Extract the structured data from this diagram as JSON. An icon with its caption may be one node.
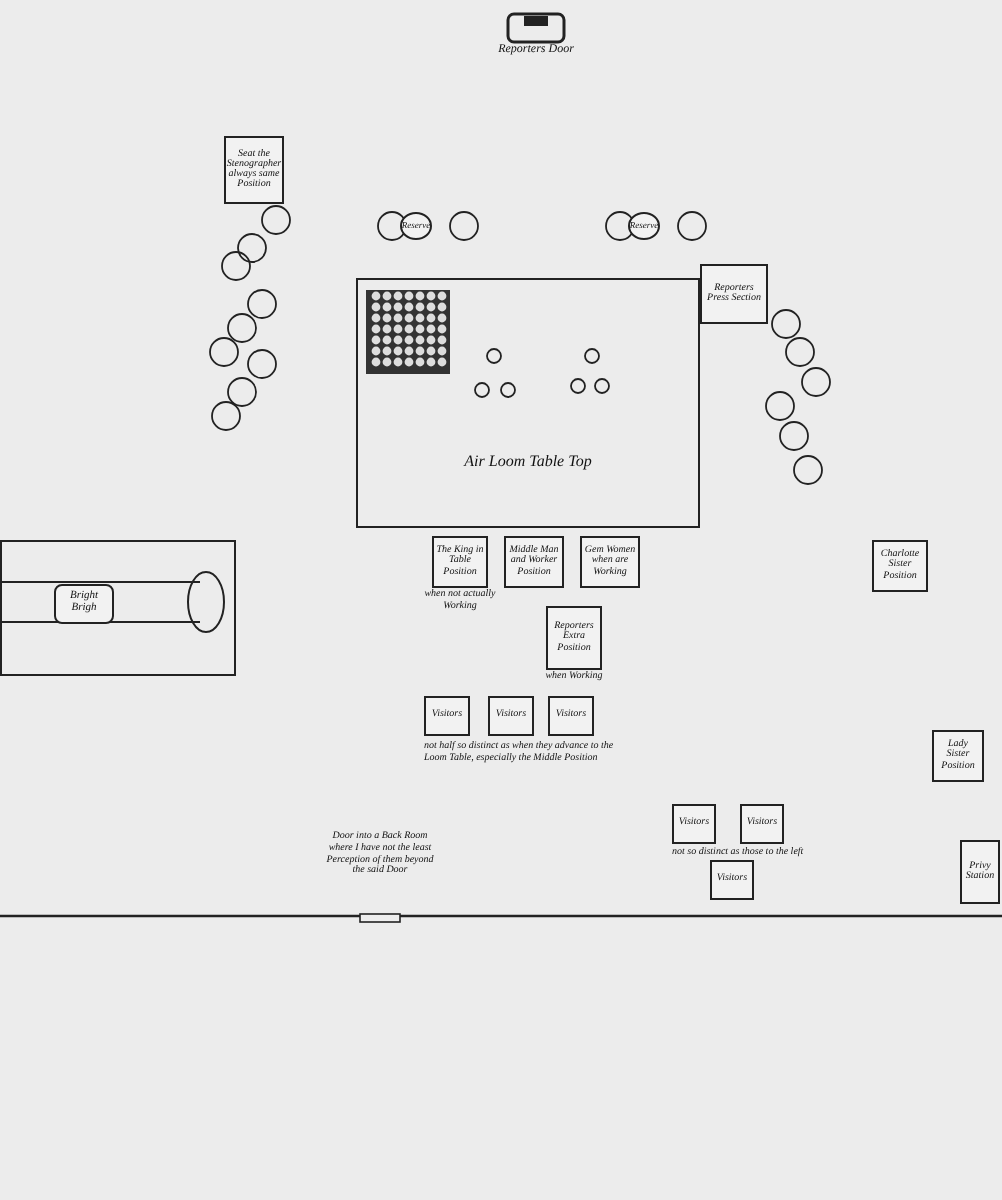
{
  "diagram": {
    "nodes": [
      {
        "text": [
          "Reporters Door"
        ]
      },
      {
        "text": [
          "Seat the Stenographer always same Position"
        ]
      },
      {
        "text": [
          "Reserve"
        ]
      },
      {
        "text": [
          "Reserve"
        ]
      },
      {
        "text": [
          "Reporters Press Section"
        ]
      },
      {
        "text": [
          "Air Loom Table Top"
        ]
      },
      {
        "text": [
          "The King in Table Position"
        ],
        "beside": [
          "when not actually Working"
        ]
      },
      {
        "text": [
          "Middle Man and Worker Position"
        ]
      },
      {
        "text": [
          "Gem Women when are Working"
        ]
      },
      {
        "text": [
          "Reporters Extra Position"
        ],
        "beside": [
          "when Working"
        ]
      },
      {
        "text": [],
        "shape": "box"
      },
      {
        "text": [
          "Bright Brigh"
        ],
        "in": 10
      },
      {
        "text": [
          "Visitors"
        ]
      },
      {
        "text": [
          "Visitors"
        ]
      },
      {
        "text": [
          "Visitors"
        ]
      },
      {
        "text": [
          "Charlotte Sister Position"
        ]
      },
      {
        "text": [
          "Visitors"
        ]
      },
      {
        "text": [
          "Visitors"
        ]
      },
      {
        "text": [
          "Visitors"
        ]
      },
      {
        "text": [
          "Lady Sister Position"
        ]
      },
      {
        "text": [
          "Privy Station"
        ]
      }
    ],
    "labels": [
      "not half so distinct as when they advance to the Loom Table, especially the Middle Position",
      "Door into a Back Room where I have not the least Perception of them beyond the said Door",
      "not so distinct as those to the left"
    ]
  }
}
